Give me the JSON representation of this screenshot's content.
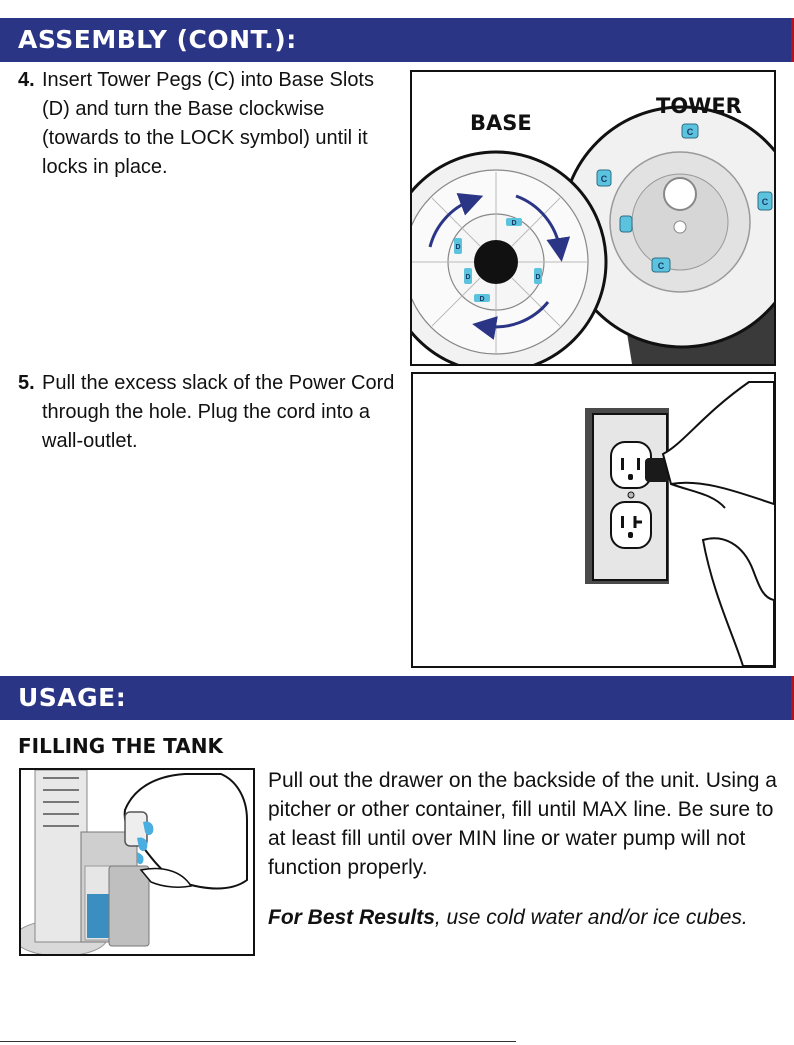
{
  "assembly": {
    "heading": "ASSEMBLY (CONT.):",
    "step4": {
      "number": "4.",
      "text": "Insert Tower Pegs (C) into Base Slots (D) and turn the Base clockwise (towards to the LOCK symbol) until it locks in place.",
      "figure_labels": {
        "base": "BASE",
        "tower": "TOWER",
        "peg": "C",
        "slot": "D"
      }
    },
    "step5": {
      "number": "5.",
      "text": "Pull the excess slack of the Power Cord through the hole. Plug the cord into a wall-outlet."
    }
  },
  "usage": {
    "heading": "USAGE:",
    "subheading": "FILLING THE TANK",
    "paragraph": "Pull out the drawer on the backside of the unit. Using a pitcher or other container, fill until MAX line. Be sure to at least fill until over MIN line or water pump will not function properly.",
    "best_results_label": "For Best Results",
    "best_results_text": ", use cold water and/or ice cubes."
  },
  "colors": {
    "banner": "#2b3586",
    "accent_red": "#b5121b",
    "peg_blue": "#5cc3df",
    "arrow_navy": "#2b3586"
  }
}
